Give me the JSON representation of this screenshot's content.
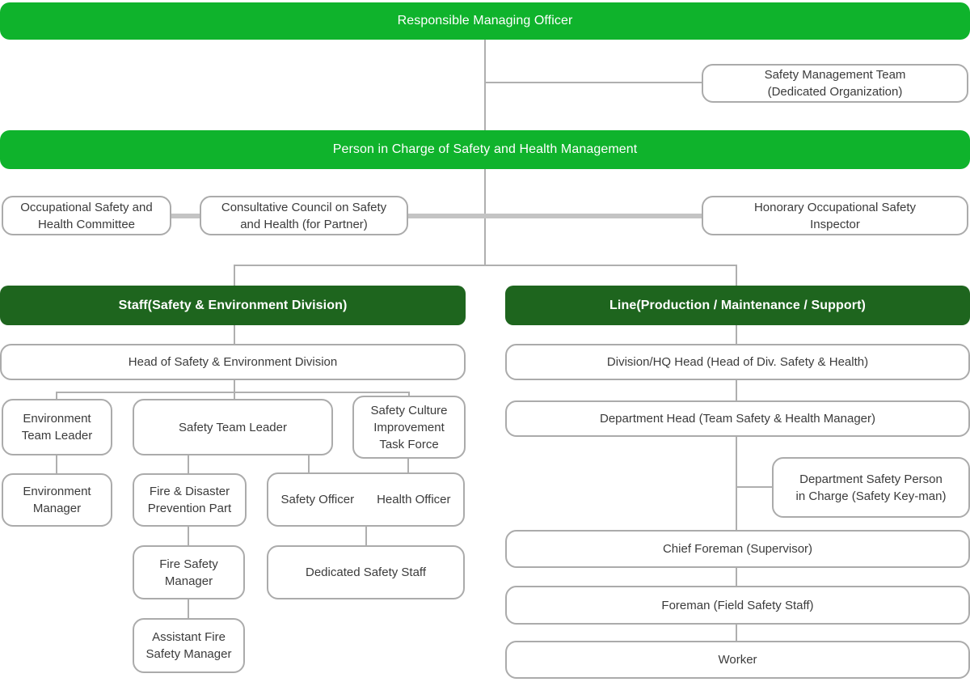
{
  "colors": {
    "bright_green": "#0FB32C",
    "dark_green": "#1E651E",
    "box_border": "#ABABAB",
    "line_gray": "#AFAFAF",
    "thick_line_gray": "#C4C4C4",
    "text_color": "#3B3B3B",
    "header_text": "#FFFFFF"
  },
  "bars": {
    "responsible_managing_officer": "Responsible Managing Officer",
    "person_in_charge": "Person in Charge of Safety and Health Management"
  },
  "headers": {
    "staff": "Staff(Safety & Environment Division)",
    "line": "Line(Production / Maintenance / Support)"
  },
  "nodes": {
    "safety_management_team": {
      "lines": [
        "Safety Management Team",
        "(Dedicated Organization)"
      ]
    },
    "occupational_safety_health_committee": {
      "lines": [
        "Occupational Safety and",
        "Health Committee"
      ]
    },
    "consultative_council": {
      "lines": [
        "Consultative Council on Safety",
        "and Health (for Partner)"
      ]
    },
    "honorary_inspector": {
      "lines": [
        "Honorary Occupational Safety",
        "Inspector"
      ]
    },
    "head_of_safety_environment_division": {
      "label": "Head of Safety & Environment Division"
    },
    "environment_team_leader": {
      "lines": [
        "Environment",
        "Team Leader"
      ]
    },
    "safety_team_leader": {
      "label": "Safety Team Leader"
    },
    "safety_culture_task_force": {
      "lines": [
        "Safety Culture",
        "Improvement",
        "Task Force"
      ]
    },
    "environment_manager": {
      "lines": [
        "Environment",
        "Manager"
      ]
    },
    "fire_disaster_prevention_part": {
      "lines": [
        "Fire & Disaster",
        "Prevention Part"
      ]
    },
    "officers": {
      "left": "Safety Officer",
      "right": "Health Officer"
    },
    "fire_safety_manager": {
      "lines": [
        "Fire Safety",
        "Manager"
      ]
    },
    "dedicated_safety_staff": {
      "label": "Dedicated Safety Staff"
    },
    "assistant_fire_safety_manager": {
      "lines": [
        "Assistant Fire",
        "Safety Manager"
      ]
    },
    "division_hq_head": {
      "label": "Division/HQ Head (Head of Div. Safety & Health)"
    },
    "department_head": {
      "label": "Department Head (Team Safety & Health Manager)"
    },
    "department_safety_person": {
      "lines": [
        "Department Safety Person",
        "in Charge (Safety Key-man)"
      ]
    },
    "chief_foreman": {
      "label": "Chief Foreman (Supervisor)"
    },
    "foreman": {
      "label": "Foreman (Field Safety Staff)"
    },
    "worker": {
      "label": "Worker"
    }
  }
}
